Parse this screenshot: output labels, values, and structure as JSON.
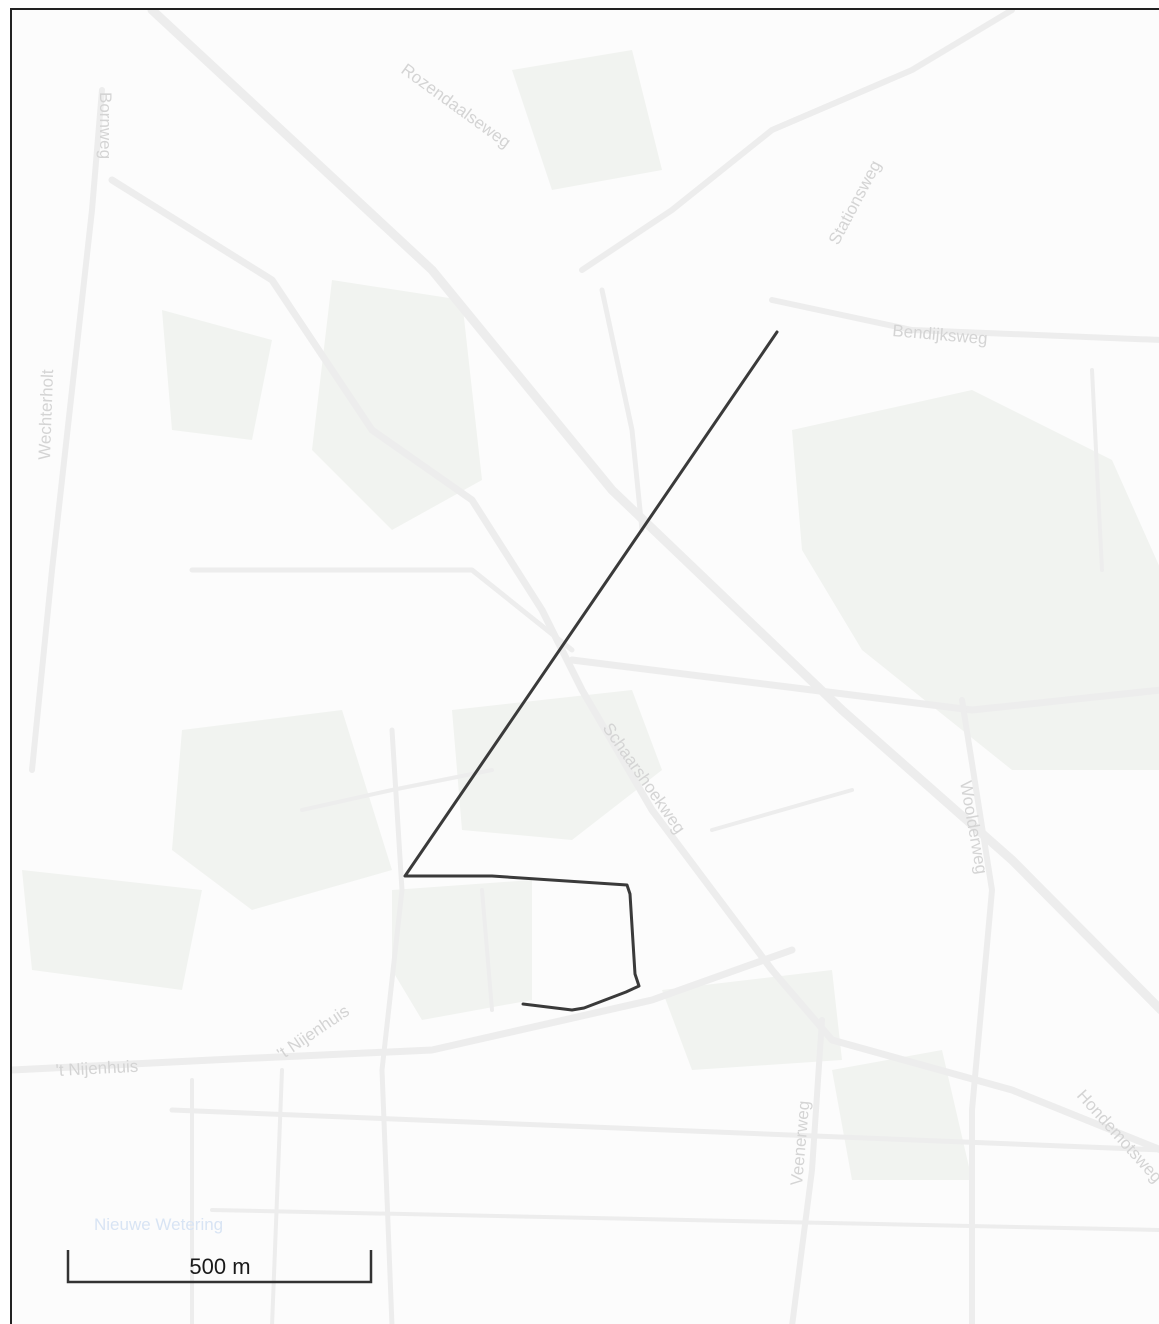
{
  "map": {
    "road_labels": [
      {
        "id": "rozendaalseweg",
        "text": "Rozendaalseweg"
      },
      {
        "id": "bornweg",
        "text": "Bornweg"
      },
      {
        "id": "stationsweg",
        "text": "Stationsweg"
      },
      {
        "id": "bendijksweg",
        "text": "Bendijksweg"
      },
      {
        "id": "wechterholt",
        "text": "Wechterholt"
      },
      {
        "id": "schaarshoekweg",
        "text": "Schaarshoekweg"
      },
      {
        "id": "woolderweg",
        "text": "Woolderweg"
      },
      {
        "id": "nijenhuis-1",
        "text": "'t Nijenhuis"
      },
      {
        "id": "nijenhuis-2",
        "text": "'t Nijenhuis"
      },
      {
        "id": "veenerweg",
        "text": "Veenerweg"
      },
      {
        "id": "hondemotsweg",
        "text": "Hondemotsweg"
      }
    ],
    "water_label": "Nieuwe Wetering",
    "colors": {
      "route": "#3a3a3a",
      "road": "#ededed",
      "green_area": "#f1f3f0",
      "background": "#fcfcfc"
    }
  },
  "scale_bar": {
    "label": "500 m"
  }
}
